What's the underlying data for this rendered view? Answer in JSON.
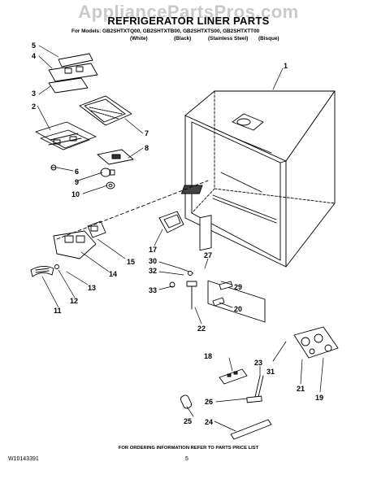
{
  "watermark": "AppliancePartsPros.com",
  "title": "REFRIGERATOR LINER PARTS",
  "models_line": "For Models: GB2SHTXTQ00, GB2SHTXTB00, GB2SHTXTS00, GB2SHTXTT00",
  "finishes": [
    "(White)",
    "(Black)",
    "(Stainless Steel)",
    "(Bisque)"
  ],
  "part_numbers": [
    "1",
    "2",
    "3",
    "4",
    "5",
    "6",
    "7",
    "8",
    "9",
    "10",
    "11",
    "12",
    "13",
    "14",
    "15",
    "17",
    "18",
    "19",
    "20",
    "21",
    "22",
    "23",
    "24",
    "25",
    "26",
    "27",
    "29",
    "30",
    "31",
    "32",
    "33"
  ],
  "footer_text": "FOR ORDERING INFORMATION REFER TO PARTS PRICE LIST",
  "doc_number": "W10143391",
  "page_number": "5"
}
